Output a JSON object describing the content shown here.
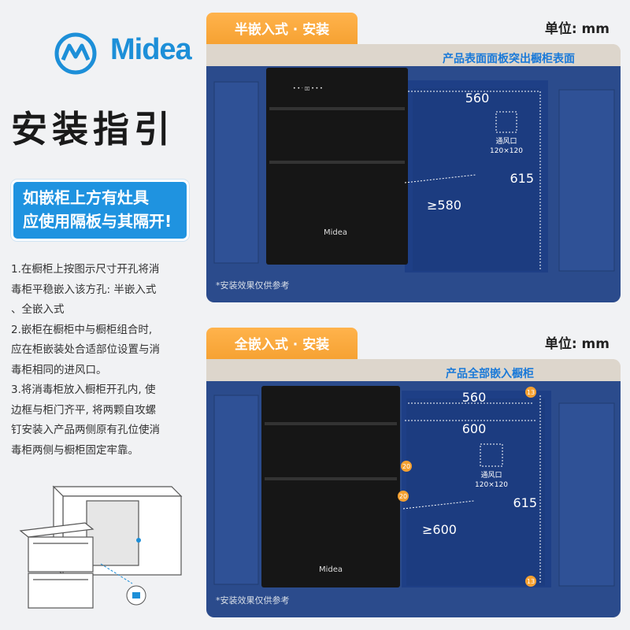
{
  "brand": {
    "logo": "Midea"
  },
  "left": {
    "title": "安装指引",
    "warning": [
      "如嵌柜上方有灶具",
      "应使用隔板与其隔开!"
    ],
    "steps": [
      "1.在橱柜上按图示尺寸开孔将消",
      "毒柜平稳嵌入该方孔: 半嵌入式",
      "、全嵌入式",
      "2.嵌柜在橱柜中与橱柜组合时,",
      "应在柜嵌装处合适部位设置与消",
      "毒柜相同的进风口。",
      "3.将消毒柜放入橱柜开孔内, 使",
      "边框与柜门齐平, 将两颗自攻螺",
      "钉安装入产品两侧原有孔位使消",
      "毒柜两侧与橱柜固定牢靠。"
    ]
  },
  "panel_half": {
    "tab": "半嵌入式 · 安装",
    "unit": "单位: mm",
    "callout": "产品表面面板突出橱柜表面",
    "width": "560",
    "height": "615",
    "depth": "≥580",
    "vent_label": "通风口",
    "vent_size": "120×120",
    "product_logo": "Midea",
    "footnote": "*安装效果仅供参考"
  },
  "panel_full": {
    "tab": "全嵌入式 · 安装",
    "unit": "单位: mm",
    "callout": "产品全部嵌入橱柜",
    "inner_width": "560",
    "outer_width": "600",
    "height": "615",
    "depth": "≥600",
    "gap_top": "13",
    "gap_bottom": "13",
    "gap_side_1": "20",
    "gap_side_2": "20",
    "vent_label": "通风口",
    "vent_size": "120×120",
    "product_logo": "Midea",
    "footnote": "*安装效果仅供参考"
  },
  "colors": {
    "cabinet_blue": "#2b4b8c",
    "accent_orange": "#f5a030",
    "brand_blue": "#1d8fd8",
    "callout_blue": "#1a79d8"
  }
}
